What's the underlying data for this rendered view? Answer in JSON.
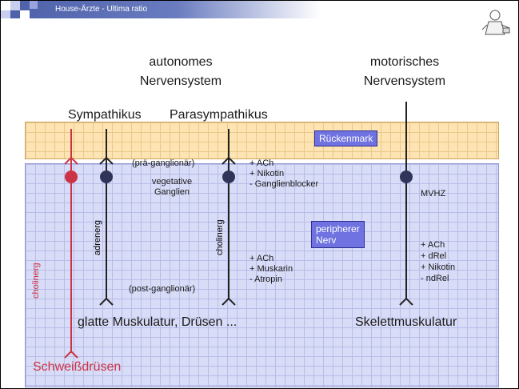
{
  "header": {
    "title": "House-Ärzte - Ultima ratio"
  },
  "headings": {
    "autonomic_line1": "autonomes",
    "autonomic_line2": "Nervensystem",
    "motor_line1": "motorisches",
    "motor_line2": "Nervensystem",
    "sympathetic": "Sympathikus",
    "parasympathetic": "Parasympathikus"
  },
  "boxes": {
    "spinal_cord": "Rückenmark",
    "peripheral_nerve_line1": "peripherer",
    "peripheral_nerve_line2": "Nerv"
  },
  "labels": {
    "pre_ganglionic": "(prä-ganglionär)",
    "post_ganglionic": "(post-ganglionär)",
    "vegetative_line1": "vegetative",
    "vegetative_line2": "Ganglien",
    "mvhz": "MVHZ",
    "cholinerg_red": "cholinerg",
    "adrenerg": "adrenerg",
    "cholinerg": "cholinerg"
  },
  "ganglion_agents": [
    "+ ACh",
    "+ Nikotin",
    "- Ganglienblocker"
  ],
  "parasympathetic_agents": [
    "+ ACh",
    "+ Muskarin",
    "- Atropin"
  ],
  "motor_agents": [
    "+ ACh",
    "+ dRel",
    "+ Nikotin",
    "- ndRel"
  ],
  "targets": {
    "smooth_muscle": "glatte Muskulatur, Drüsen ...",
    "skeletal_muscle": "Skelettmuskulatur",
    "sweat_glands": "Schweißdrüsen"
  },
  "colors": {
    "sympathetic_sweat": "#cc3344",
    "nerve": "#222222",
    "spinal_band": "#fde4b2",
    "periphery": "#d9dcf6",
    "box": "#6f72e0"
  }
}
